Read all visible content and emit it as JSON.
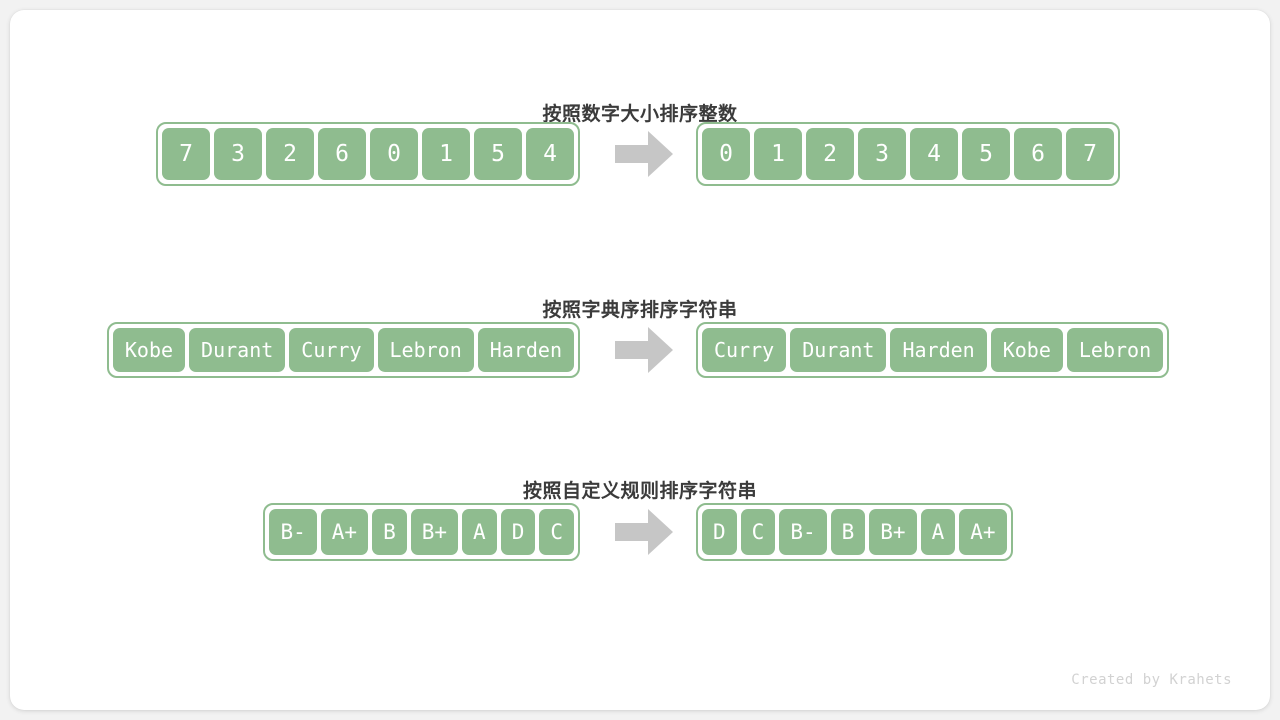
{
  "footer": {
    "credit": "Created by Krahets"
  },
  "icons": {
    "arrow": "right-block-arrow-icon"
  },
  "colors": {
    "cell_fill": "#8fbc8f",
    "cell_border": "#8fbc8f",
    "cell_text": "#ffffff",
    "title_text": "#3b3b3b",
    "arrow": "#c6c6c6",
    "page_background": "#f2f2f2",
    "card_background": "#ffffff",
    "footer_text": "#d2d2d2"
  },
  "sections": [
    {
      "title": "按照数字大小排序整数",
      "input": [
        "7",
        "3",
        "2",
        "6",
        "0",
        "1",
        "5",
        "4"
      ],
      "output": [
        "0",
        "1",
        "2",
        "3",
        "4",
        "5",
        "6",
        "7"
      ]
    },
    {
      "title": "按照字典序排序字符串",
      "input": [
        "Kobe",
        "Durant",
        "Curry",
        "Lebron",
        "Harden"
      ],
      "output": [
        "Curry",
        "Durant",
        "Harden",
        "Kobe",
        "Lebron"
      ]
    },
    {
      "title": "按照自定义规则排序字符串",
      "input": [
        "B-",
        "A+",
        "B",
        "B+",
        "A",
        "D",
        "C"
      ],
      "output": [
        "D",
        "C",
        "B-",
        "B",
        "B+",
        "A",
        "A+"
      ]
    }
  ]
}
